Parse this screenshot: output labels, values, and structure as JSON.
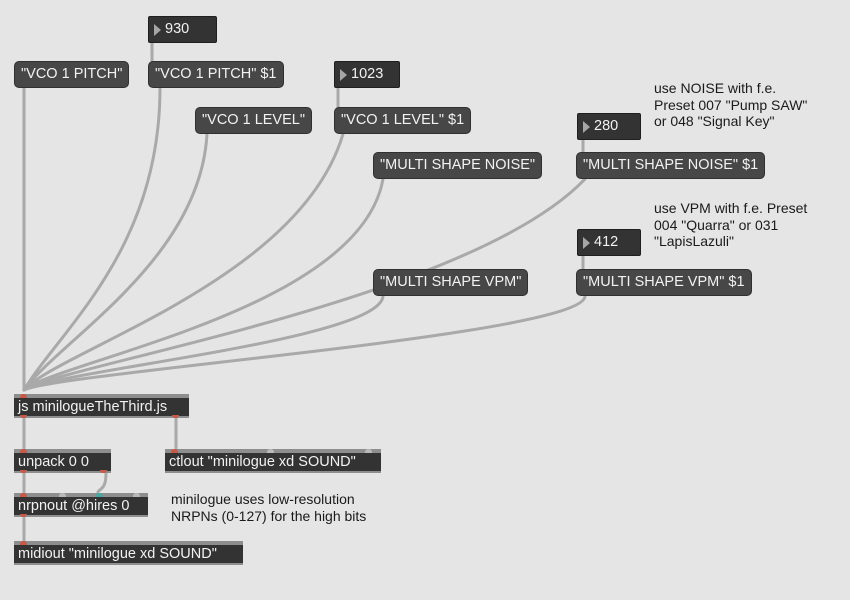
{
  "number_boxes": {
    "pitch_value": "930",
    "level_value": "1023",
    "noise_value": "280",
    "vpm_value": "412"
  },
  "messages": {
    "vco1_pitch": "\"VCO 1 PITCH\"",
    "vco1_pitch_arg": "\"VCO 1 PITCH\" $1",
    "vco1_level": "\"VCO 1 LEVEL\"",
    "vco1_level_arg": "\"VCO 1 LEVEL\" $1",
    "multi_shape_noise": "\"MULTI SHAPE NOISE\"",
    "multi_shape_noise_arg": "\"MULTI SHAPE NOISE\" $1",
    "multi_shape_vpm": "\"MULTI SHAPE VPM\"",
    "multi_shape_vpm_arg": "\"MULTI SHAPE VPM\" $1"
  },
  "objects": {
    "js": "js minilogueTheThird.js",
    "unpack": "unpack 0 0",
    "ctlout": "ctlout \"minilogue xd SOUND\"",
    "nrpnout": "nrpnout @hires 0",
    "midiout": "midiout \"minilogue xd SOUND\""
  },
  "comments": {
    "noise_hint": "use NOISE with f.e.\nPreset 007 \"Pump SAW\"\nor 048 \"Signal Key\"",
    "vpm_hint": "use VPM with f.e. Preset\n004 \"Quarra\" or 031\n\"LapisLazuli\"",
    "lowres_hint": "minilogue uses low-resolution\nNRPNs (0-127) for the high bits"
  },
  "colors": {
    "canvas": "#e5e5e5",
    "message_box": "#474747",
    "object_box": "#333333",
    "patch_cord": "#a9a9a9",
    "inlet_red": "#c65a4a",
    "outlet_teal": "#4aa6a0"
  }
}
